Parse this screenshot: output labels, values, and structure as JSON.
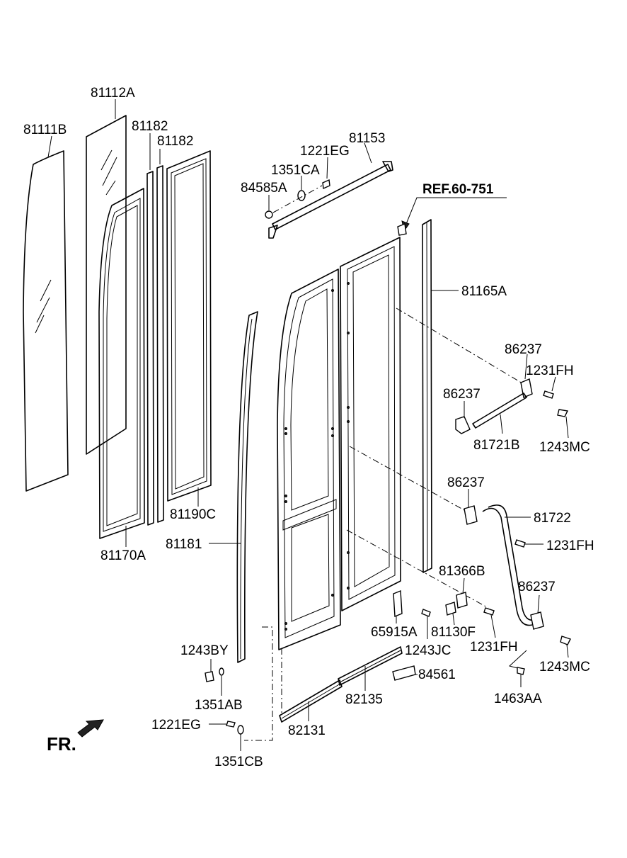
{
  "labels": {
    "p81111B": "81111B",
    "p81112A": "81112A",
    "p81182a": "81182",
    "p81182b": "81182",
    "p81190C": "81190C",
    "p81170A": "81170A",
    "p81181": "81181",
    "p81153": "81153",
    "p1221EG_top": "1221EG",
    "p1351CA": "1351CA",
    "p84585A": "84585A",
    "ref": "REF.60-751",
    "p81165A": "81165A",
    "p86237_a": "86237",
    "p1231FH_a": "1231FH",
    "p86237_b": "86237",
    "p81721B": "81721B",
    "p1243MC_a": "1243MC",
    "p86237_c": "86237",
    "p81722": "81722",
    "p1231FH_b": "1231FH",
    "p81366B": "81366B",
    "p86237_d": "86237",
    "p65915A": "65915A",
    "p81130F": "81130F",
    "p1243JC": "1243JC",
    "p1231FH_c": "1231FH",
    "p1243MC_b": "1243MC",
    "p84561": "84561",
    "p82135": "82135",
    "p1463AA": "1463AA",
    "p1243BY": "1243BY",
    "p1351AB": "1351AB",
    "p1221EG_bot": "1221EG",
    "p82131": "82131",
    "p1351CB": "1351CB",
    "fr": "FR."
  }
}
